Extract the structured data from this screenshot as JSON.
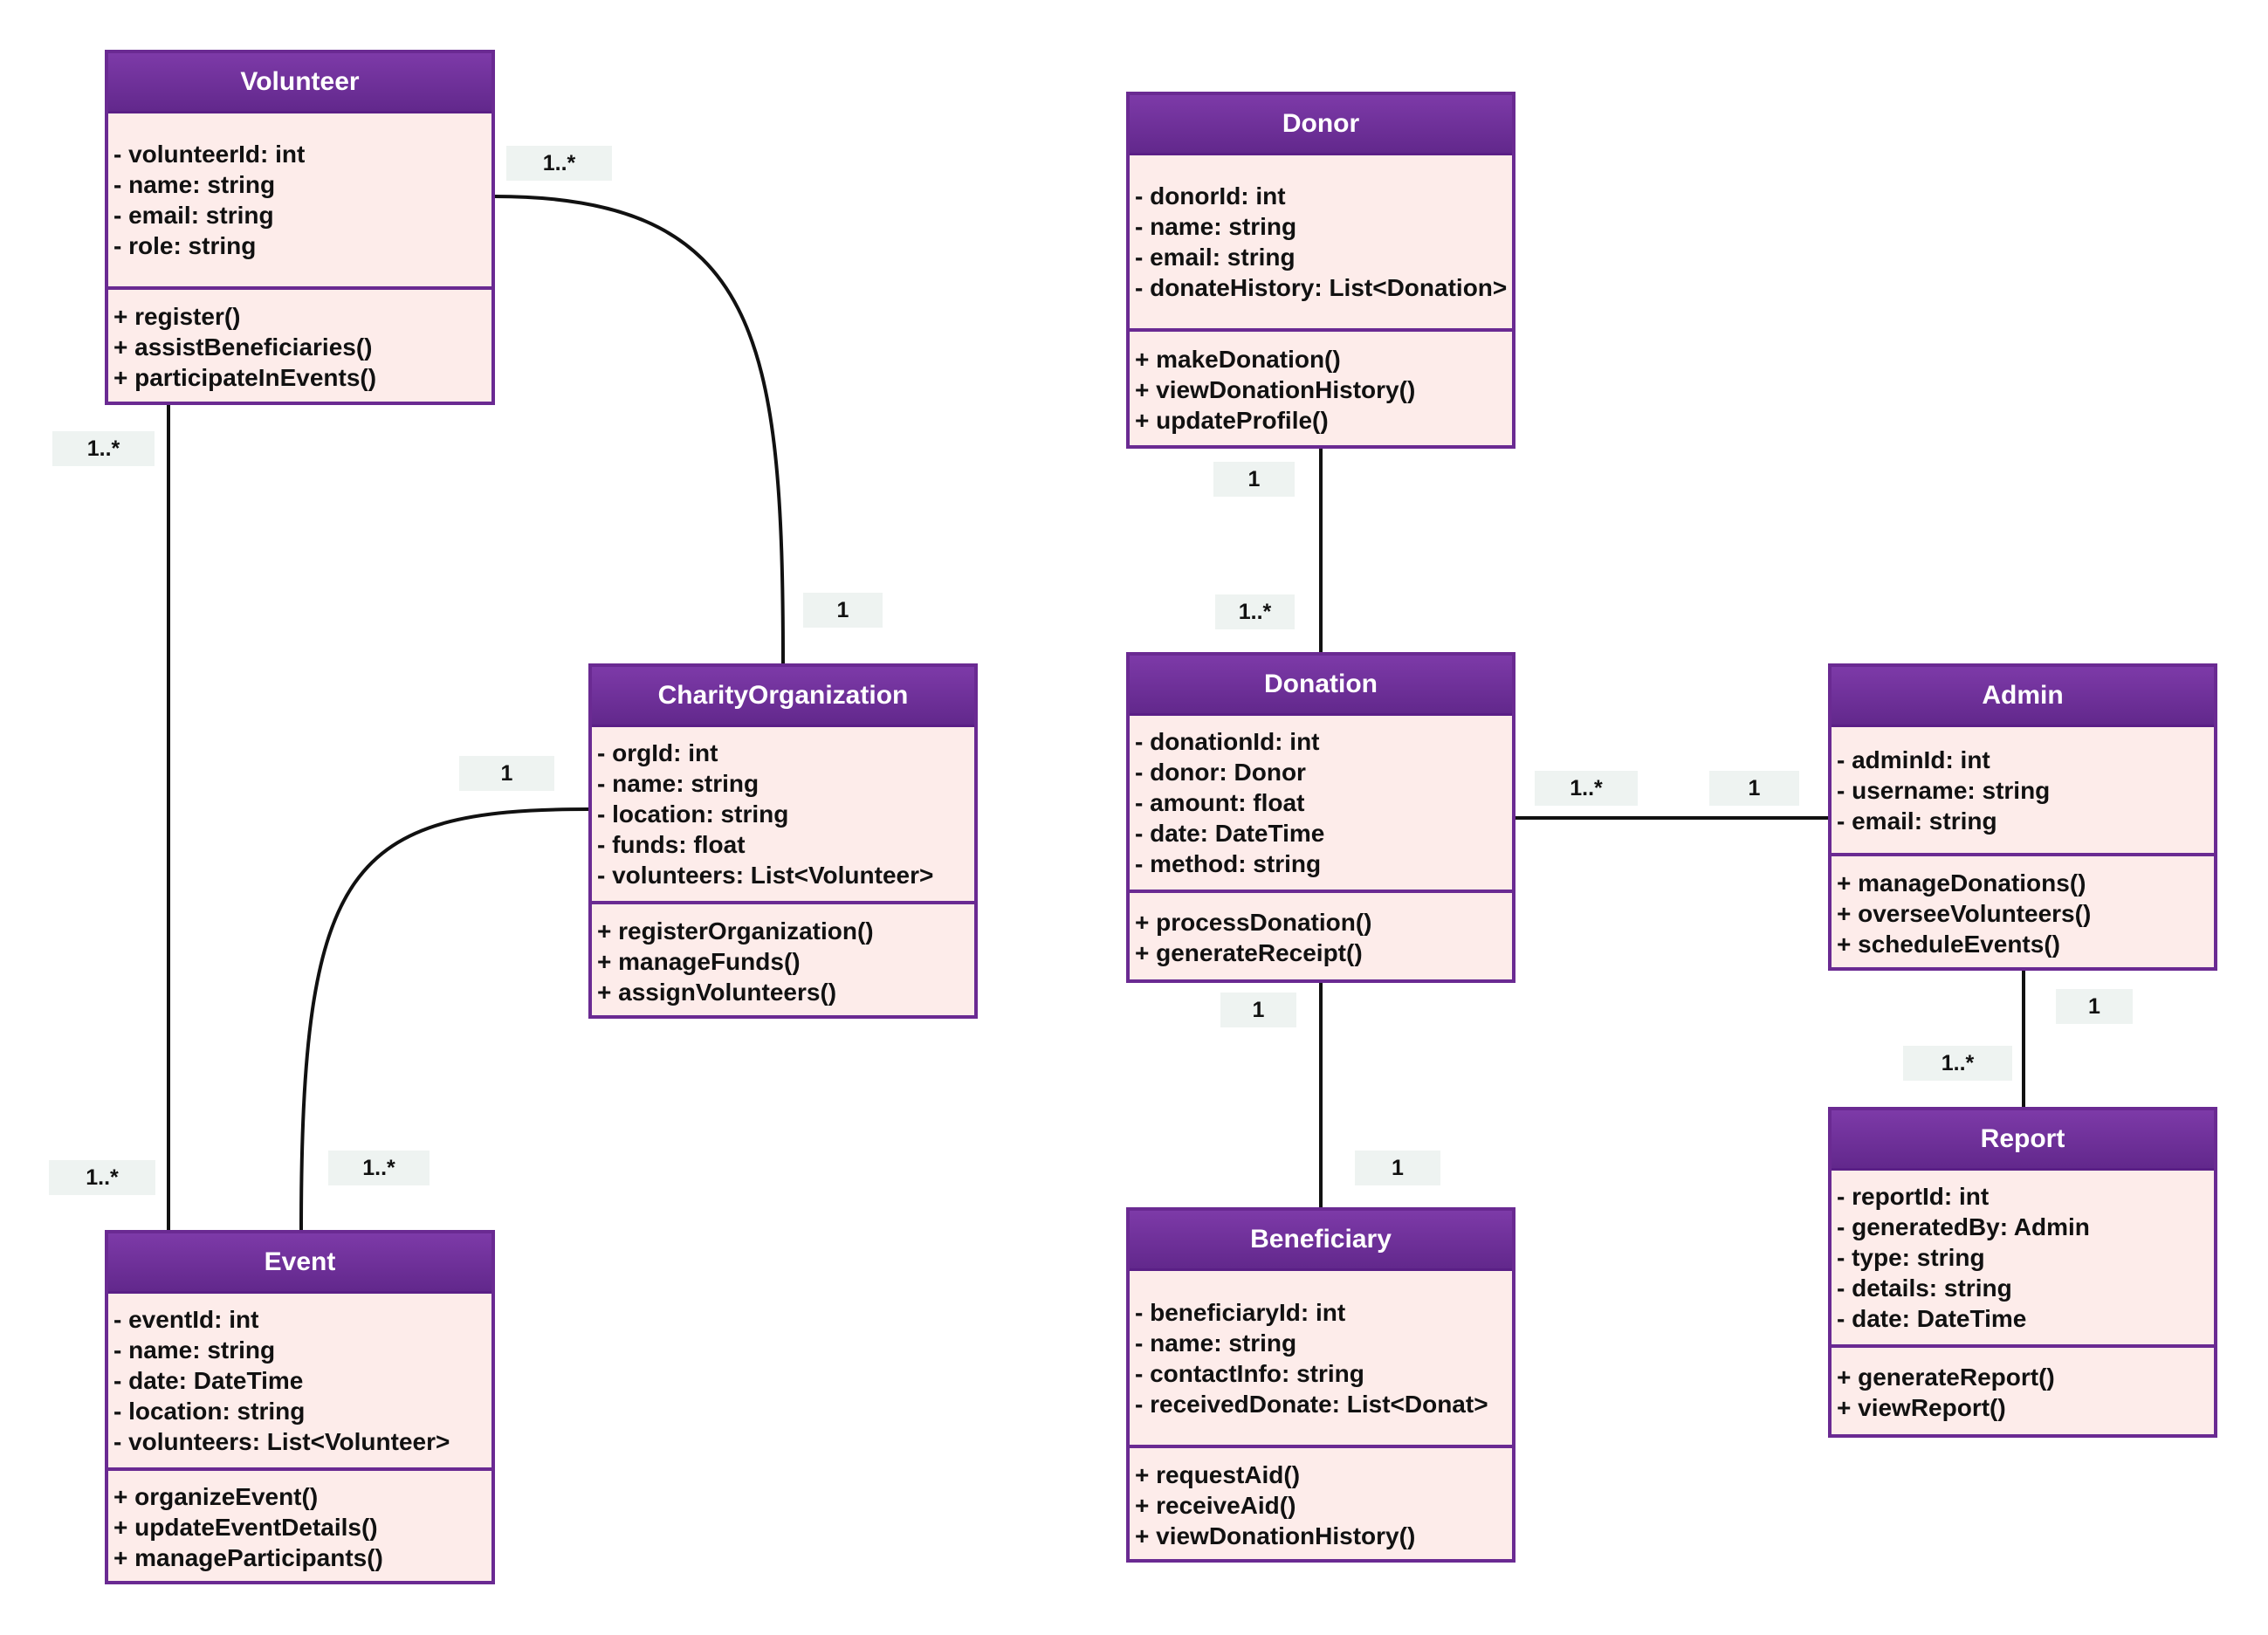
{
  "colors": {
    "header_fill": "#6f30a0",
    "header_text": "#ffffff",
    "border": "#6a2a92",
    "body_fill": "#fdecea",
    "connector": "#111111",
    "multiplicity_bg": "#eef3f1"
  },
  "classes": {
    "volunteer": {
      "name": "Volunteer",
      "attributes": [
        "- volunteerId: int",
        "- name: string",
        "- email: string",
        "- role: string"
      ],
      "methods": [
        "+ register()",
        "+ assistBeneficiaries()",
        "+ participateInEvents()"
      ]
    },
    "donor": {
      "name": "Donor",
      "attributes": [
        "- donorId: int",
        "- name: string",
        "- email: string",
        "- donateHistory: List<Donation>"
      ],
      "methods": [
        "+ makeDonation()",
        "+ viewDonationHistory()",
        "+ updateProfile()"
      ]
    },
    "charity": {
      "name": "CharityOrganization",
      "attributes": [
        "- orgId: int",
        "- name: string",
        "- location: string",
        "- funds: float",
        "- volunteers: List<Volunteer>"
      ],
      "methods": [
        "+ registerOrganization()",
        "+ manageFunds()",
        "+ assignVolunteers()"
      ]
    },
    "donation": {
      "name": "Donation",
      "attributes": [
        "- donationId: int",
        "- donor: Donor",
        "- amount: float",
        "- date: DateTime",
        "- method: string"
      ],
      "methods": [
        "+ processDonation()",
        "+ generateReceipt()"
      ]
    },
    "admin": {
      "name": "Admin",
      "attributes": [
        "- adminId: int",
        "- username: string",
        "- email: string"
      ],
      "methods": [
        "+ manageDonations()",
        "+ overseeVolunteers()",
        "+ scheduleEvents()"
      ]
    },
    "event": {
      "name": "Event",
      "attributes": [
        "- eventId: int",
        "- name: string",
        "- date: DateTime",
        "- location: string",
        "- volunteers: List<Volunteer>"
      ],
      "methods": [
        "+ organizeEvent()",
        "+ updateEventDetails()",
        "+ manageParticipants()"
      ]
    },
    "beneficiary": {
      "name": "Beneficiary",
      "attributes": [
        "- beneficiaryId: int",
        "- name: string",
        "- contactInfo: string",
        "- receivedDonate: List<Donat>"
      ],
      "methods": [
        "+ requestAid()",
        "+ receiveAid()",
        "+ viewDonationHistory()"
      ]
    },
    "report": {
      "name": "Report",
      "attributes": [
        "- reportId: int",
        "- generatedBy: Admin",
        "- type: string",
        "- details: string",
        "- date: DateTime"
      ],
      "methods": [
        "+ generateReport()",
        "+ viewReport()"
      ]
    }
  },
  "multiplicities": [
    "1..*",
    "1..*",
    "1",
    "1",
    "1..*",
    "1..*",
    "1",
    "1..*",
    "1",
    "1",
    "1..*",
    "1",
    "1",
    "1..*"
  ]
}
